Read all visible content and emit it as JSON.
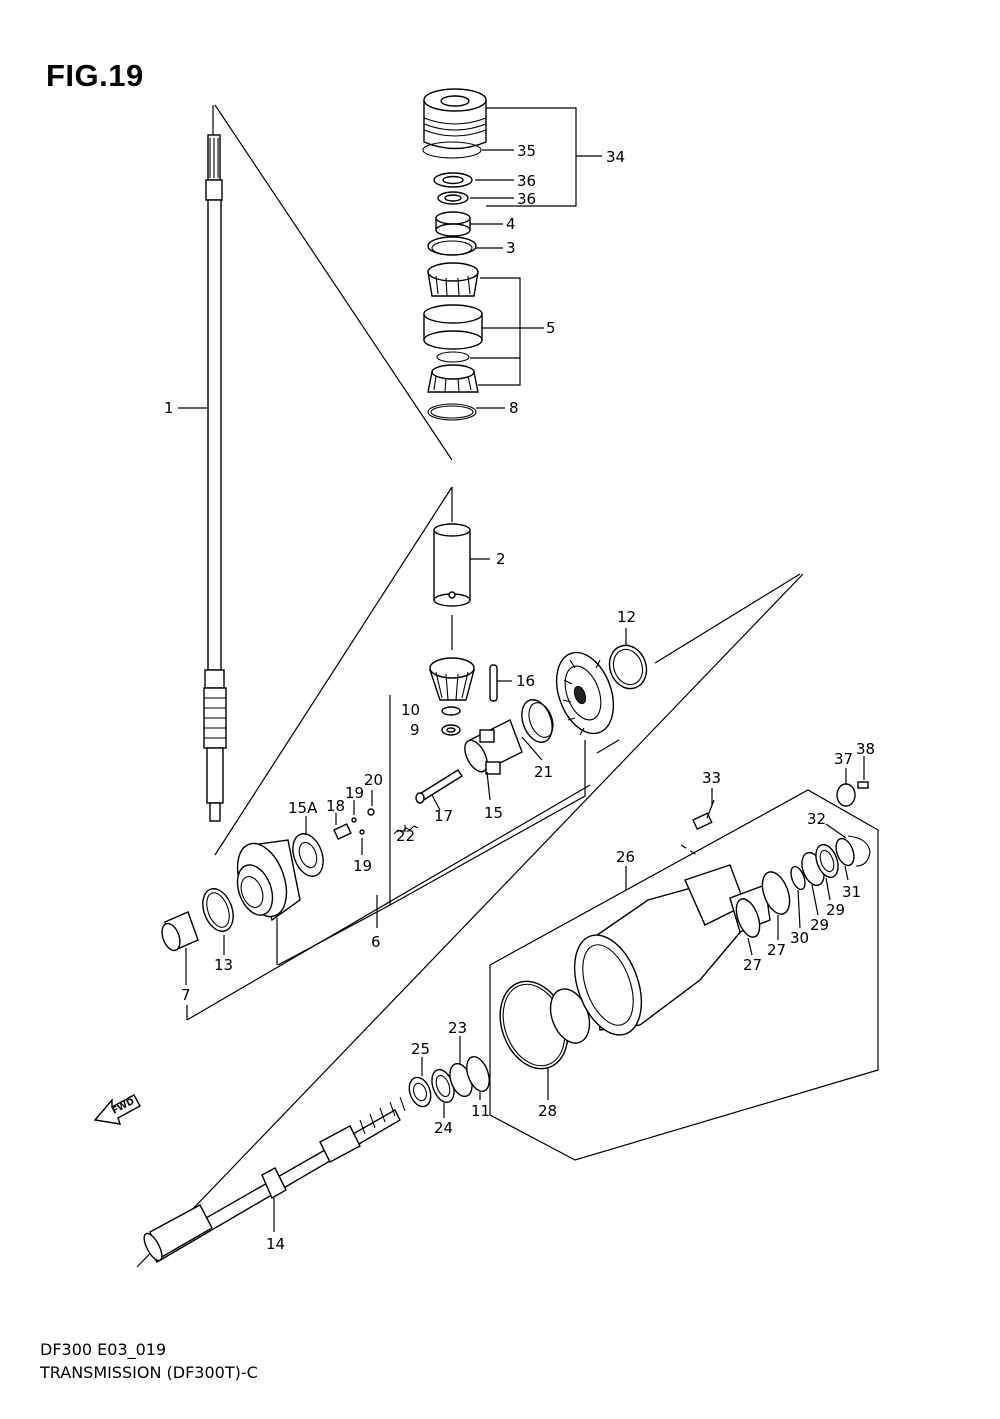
{
  "figure_title": "FIG.19",
  "footer": {
    "code": "DF300 E03_019",
    "caption": "TRANSMISSION (DF300T)-C"
  },
  "fwd_arrow_label": "FWD",
  "callouts": {
    "c1": "1",
    "c2": "2",
    "c3": "3",
    "c4": "4",
    "c5": "5",
    "c6": "6",
    "c7": "7",
    "c8": "8",
    "c9": "9",
    "c10": "10",
    "c11": "11",
    "c12": "12",
    "c13": "13",
    "c14": "14",
    "c15": "15",
    "c15a": "15A",
    "c16": "16",
    "c17": "17",
    "c18": "18",
    "c19a": "19",
    "c19b": "19",
    "c20": "20",
    "c21": "21",
    "c22": "22",
    "c23": "23",
    "c24": "24",
    "c25": "25",
    "c26": "26",
    "c27a": "27",
    "c27b": "27",
    "c28": "28",
    "c29a": "29",
    "c29b": "29",
    "c30": "30",
    "c31": "31",
    "c32": "32",
    "c33": "33",
    "c34": "34",
    "c35": "35",
    "c36a": "36",
    "c36b": "36",
    "c37": "37",
    "c38": "38"
  }
}
